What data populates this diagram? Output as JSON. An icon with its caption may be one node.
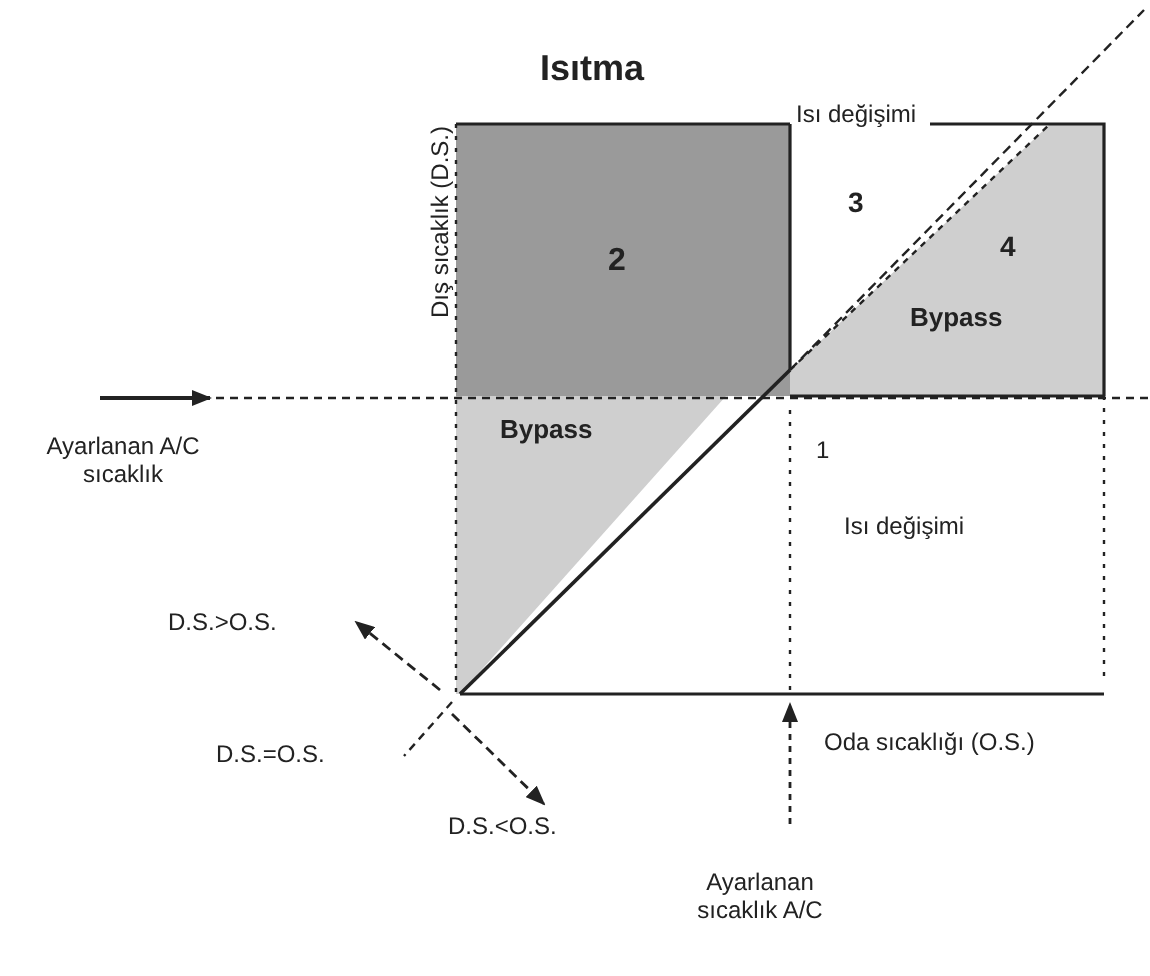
{
  "diagram": {
    "labels": [
      "Isıtma",
      "Dış sıcaklık (D.S.)",
      "Isı değişimi",
      "3",
      "2",
      "4",
      "Bypass",
      "Bypass",
      "1",
      "Ayarlanan A/C sıcaklık",
      "Isı değişimi",
      "D.S.>O.S.",
      "D.S.=O.S.",
      "Oda sıcaklığı (O.S.)",
      "D.S.<O.S.",
      "Ayarlanan sıcaklık A/C"
    ]
  }
}
